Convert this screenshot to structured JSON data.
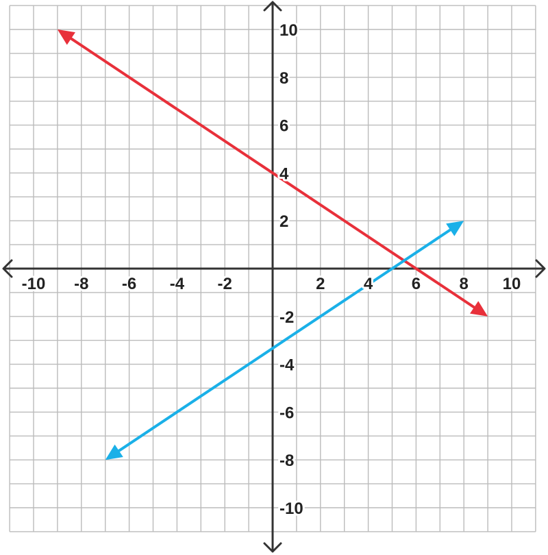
{
  "chart_data": {
    "type": "line",
    "title": "",
    "xlabel": "",
    "ylabel": "",
    "xlim": [
      -11,
      11
    ],
    "ylim": [
      -11,
      11
    ],
    "grid": true,
    "x_ticks": [
      -10,
      -8,
      -6,
      -4,
      -2,
      2,
      4,
      6,
      8,
      10
    ],
    "y_ticks": [
      10,
      8,
      6,
      4,
      2,
      -2,
      -4,
      -6,
      -8,
      -10
    ],
    "series": [
      {
        "color": "#e8303a",
        "points": [
          [
            -9,
            10
          ],
          [
            9,
            -2
          ]
        ],
        "arrows": "both"
      },
      {
        "color": "#1ab0e8",
        "points": [
          [
            -7,
            -8
          ],
          [
            8,
            2
          ]
        ],
        "arrows": "both"
      }
    ]
  },
  "colors": {
    "axis": "#333333",
    "grid": "#bbbbbb",
    "text": "#222222"
  }
}
